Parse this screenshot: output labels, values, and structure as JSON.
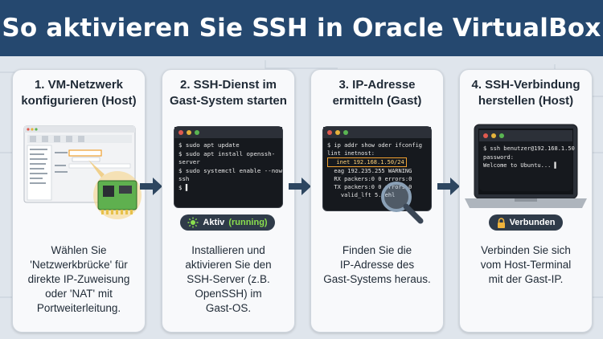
{
  "header": {
    "title": "So aktivieren Sie SSH in Oracle VirtualBox"
  },
  "steps": [
    {
      "title_line1": "1. VM-Netzwerk",
      "title_line2": "konfigurieren (Host)",
      "desc": [
        "Wählen Sie",
        "'Netzwerkbrücke' für",
        "direkte IP-Zuweisung",
        "oder 'NAT' mit",
        "Portweiterleitung."
      ]
    },
    {
      "title_line1": "2. SSH-Dienst im",
      "title_line2": "Gast-System starten",
      "desc": [
        "Installieren und",
        "aktivieren Sie den",
        "SSH-Server (z.B.",
        "OpenSSH) im",
        "Gast-OS."
      ]
    },
    {
      "title_line1": "3. IP-Adresse",
      "title_line2": "ermitteln (Gast)",
      "desc": [
        "Finden Sie die",
        "IP-Adresse des",
        "Gast-Systems heraus."
      ]
    },
    {
      "title_line1": "4. SSH-Verbindung",
      "title_line2": "herstellen (Host)",
      "desc": [
        "Verbinden Sie sich",
        "vom Host-Terminal",
        "mit der Gast-IP."
      ]
    }
  ],
  "terminal2": {
    "lines": [
      "$ sudo apt update",
      "$ sudo apt install openssh-",
      "server",
      "$ sudo systemctl enable --now",
      "ssh",
      "$ ▌"
    ]
  },
  "status2": {
    "label": "Aktiv",
    "state": "(running)",
    "color": "#8be04e"
  },
  "terminal3": {
    "lines": [
      "$ ip addr show oder ifconfig",
      "lint inetnost:",
      "  inet 192.168.1.50/24",
      "  eag 192.235.255 WARNING",
      "  RX packers:0 0 errors:0",
      "  TX packers:0 0 errors:0",
      "    valid_lft 5.fehl"
    ]
  },
  "terminal4": {
    "lines": [
      "$ ssh benutzer@192.168.1.50",
      "password:",
      "Welcome to Ubuntu... ▌"
    ]
  },
  "status4": {
    "label": "Verbunden"
  },
  "colors": {
    "header_bg": "#25486f",
    "arrow": "#2d4660",
    "highlight": "#f0a030"
  },
  "icons": [
    "arrow-right-icon",
    "settings-window-icon",
    "network-card-icon",
    "sun-status-icon",
    "magnifier-icon",
    "laptop-icon",
    "lock-icon"
  ]
}
